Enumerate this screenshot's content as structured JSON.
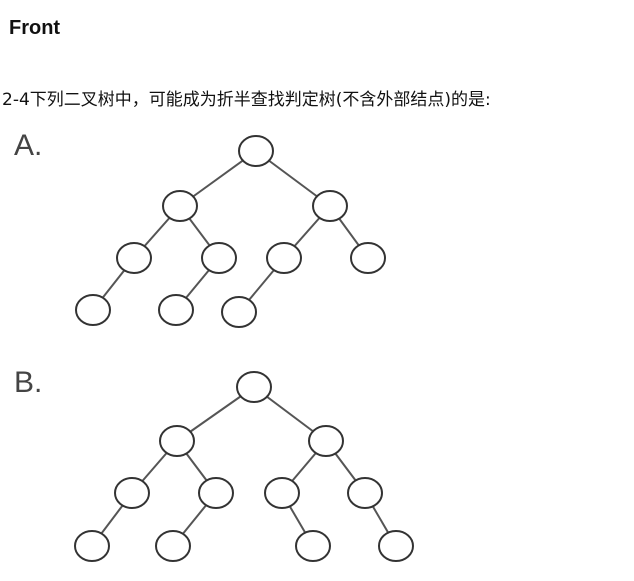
{
  "header": {
    "title": "Front"
  },
  "question": {
    "text": "2-4下列二叉树中，可能成为折半查找判定树(不含外部结点)的是:"
  },
  "options": [
    {
      "label": "A."
    },
    {
      "label": "B."
    }
  ]
}
